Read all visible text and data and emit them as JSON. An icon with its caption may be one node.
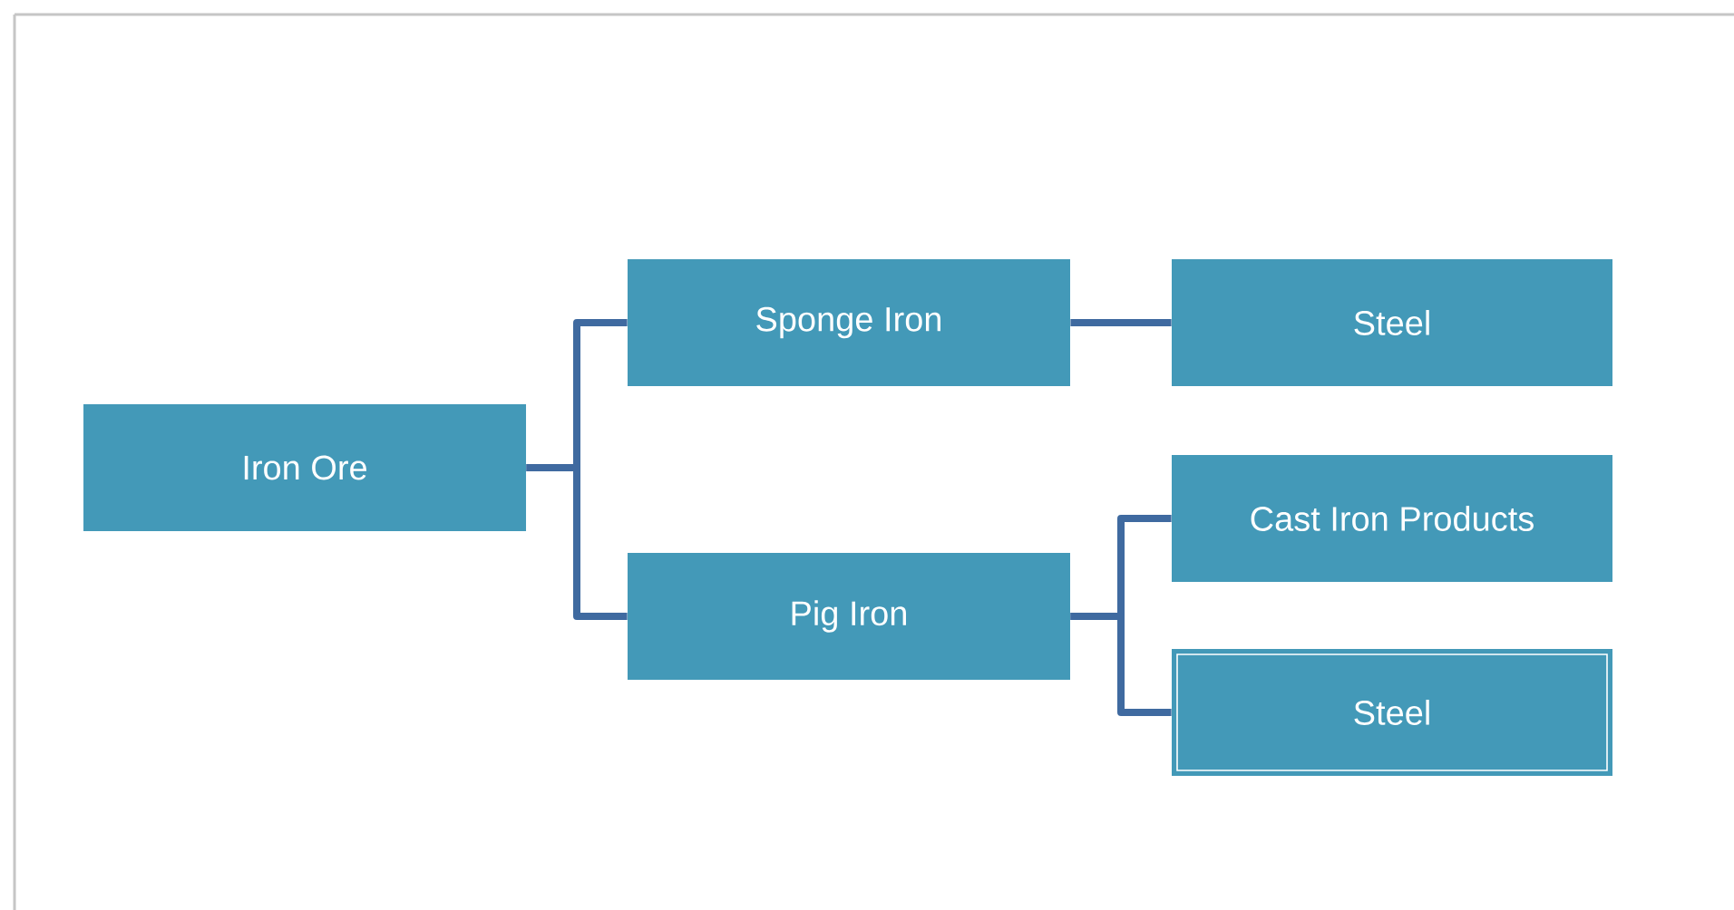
{
  "diagram": {
    "nodes": [
      {
        "text": [
          "Iron Ore"
        ]
      },
      {
        "text": [
          "Sponge Iron"
        ]
      },
      {
        "text": [
          "Pig Iron"
        ]
      },
      {
        "text": [
          "Steel"
        ]
      },
      {
        "text": [
          "Cast Iron Products"
        ]
      },
      {
        "text": [
          "Steel"
        ]
      }
    ],
    "edges": [
      {
        "from": 0,
        "to": 1,
        "arrow": "none"
      },
      {
        "from": 0,
        "to": 2,
        "arrow": "none"
      },
      {
        "from": 1,
        "to": 3,
        "arrow": "none"
      },
      {
        "from": 2,
        "to": 4,
        "arrow": "none"
      },
      {
        "from": 2,
        "to": 5,
        "arrow": "none"
      }
    ]
  }
}
